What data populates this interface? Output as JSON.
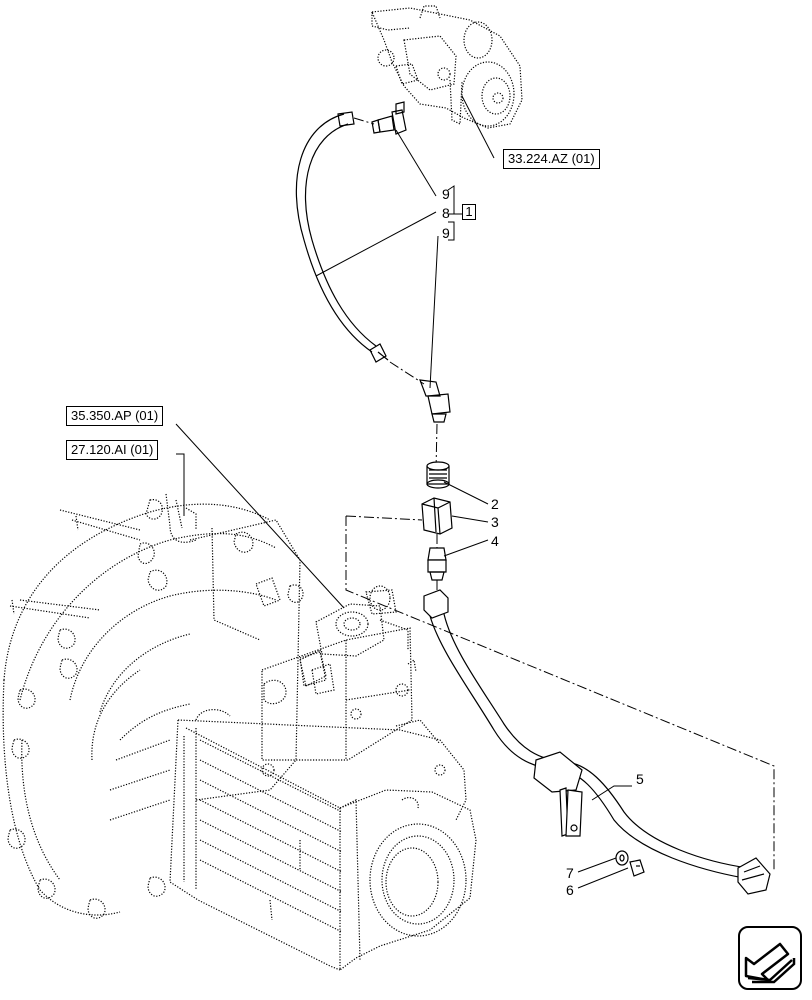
{
  "references": {
    "top_ref": "33.224.AZ (01)",
    "mid_ref": "35.350.AP (01)",
    "low_ref": "27.120.AI (01)"
  },
  "callouts": {
    "c9a": "9",
    "c8": "8",
    "c9b": "9",
    "group": "1",
    "c2": "2",
    "c3": "3",
    "c4": "4",
    "c5": "5",
    "c7": "7",
    "c6": "6"
  },
  "navigation": {
    "icon": "arrow-down-left-icon"
  }
}
